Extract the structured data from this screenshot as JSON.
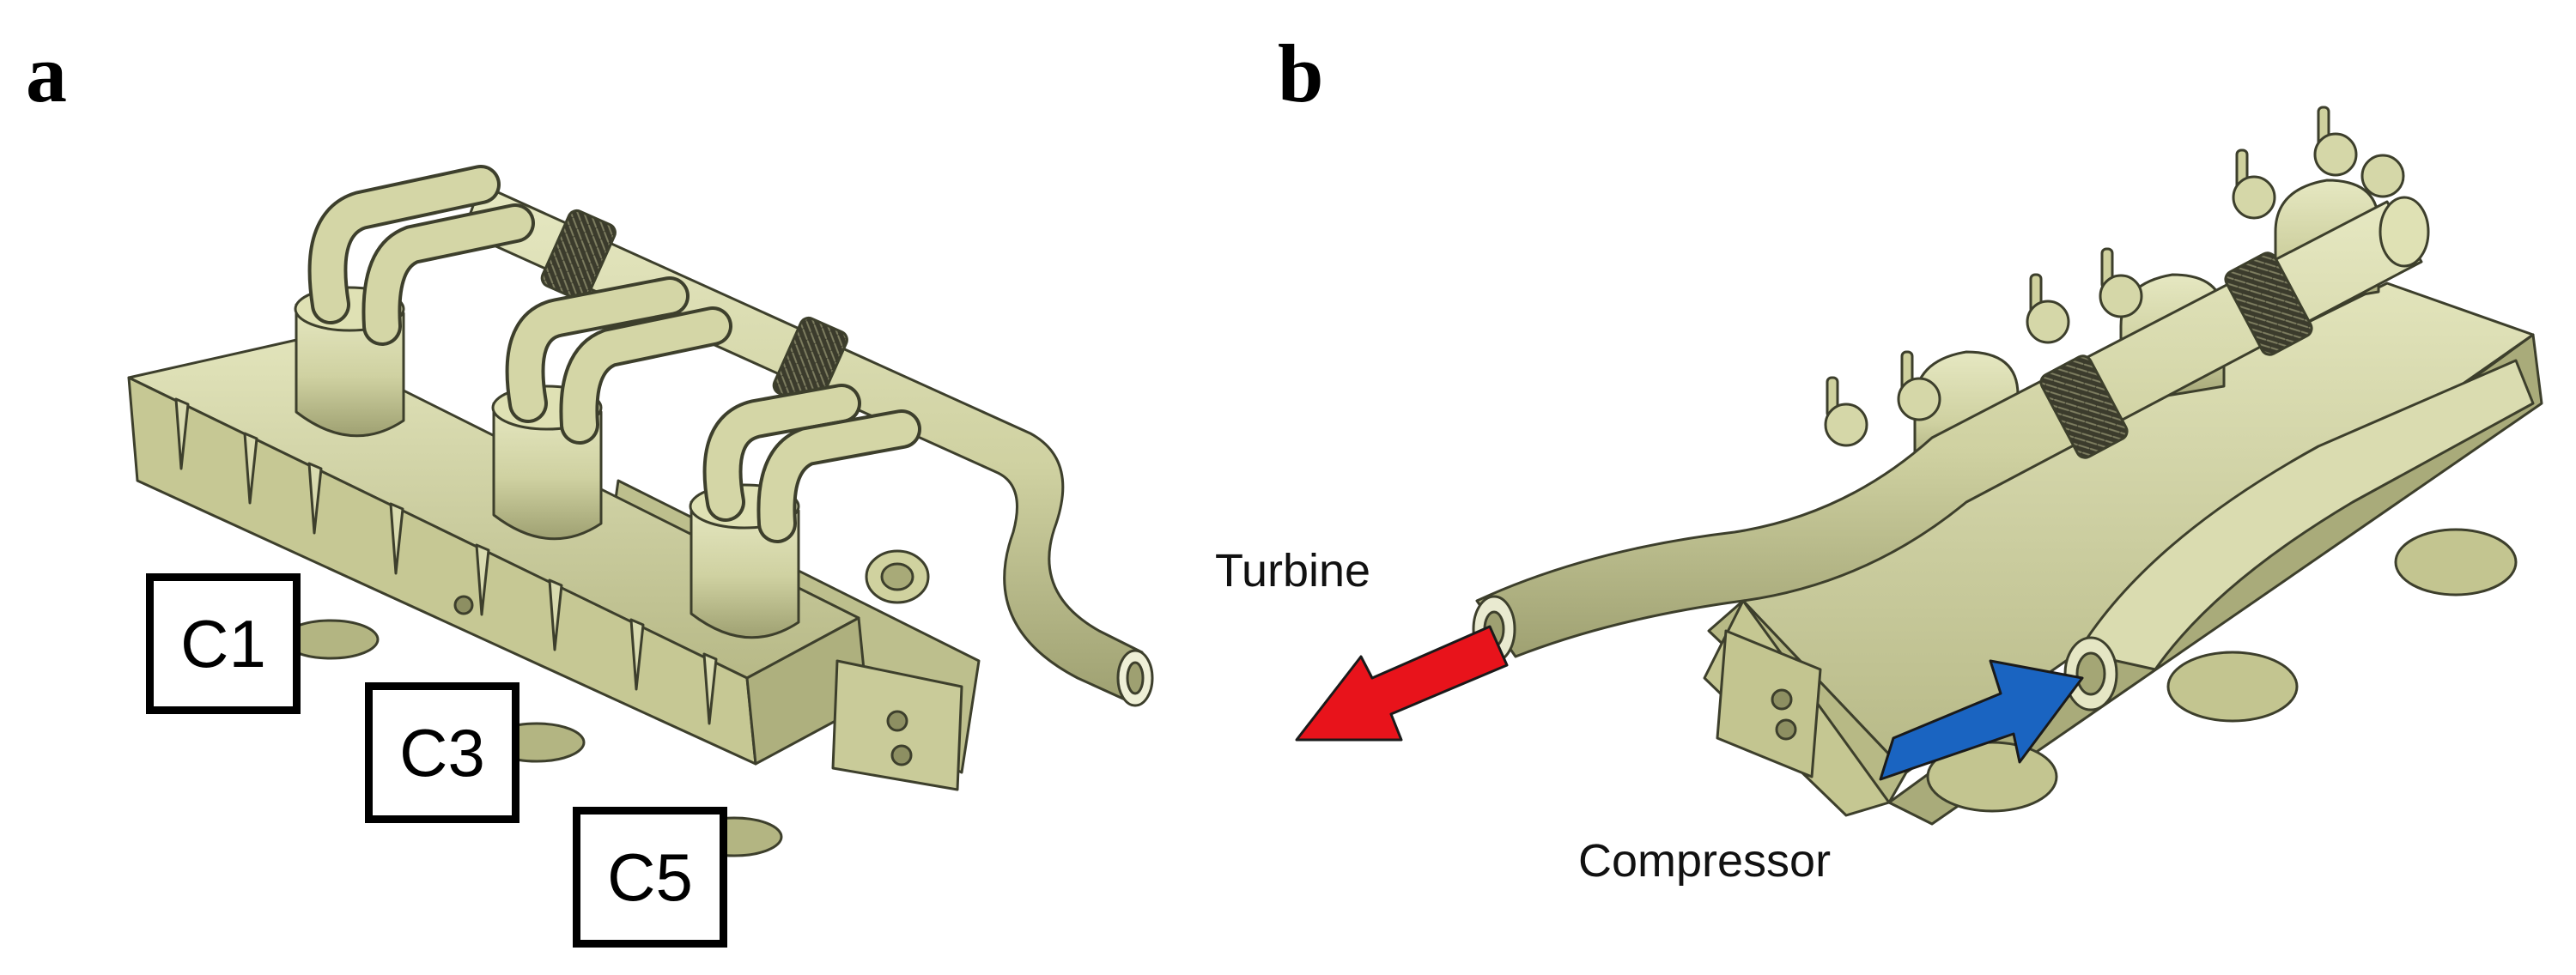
{
  "panels": {
    "a": {
      "letter": "a"
    },
    "b": {
      "letter": "b"
    }
  },
  "cylinder_labels": [
    "C1",
    "C3",
    "C5"
  ],
  "flow_labels": {
    "turbine": "Turbine",
    "compressor": "Compressor"
  },
  "colors": {
    "part_fill": "#d2d4a6",
    "part_shadow": "#a9ab7a",
    "part_edge": "#3d3f2c",
    "turbine_arrow": "#e8131b",
    "compressor_arrow": "#1a64c1"
  }
}
